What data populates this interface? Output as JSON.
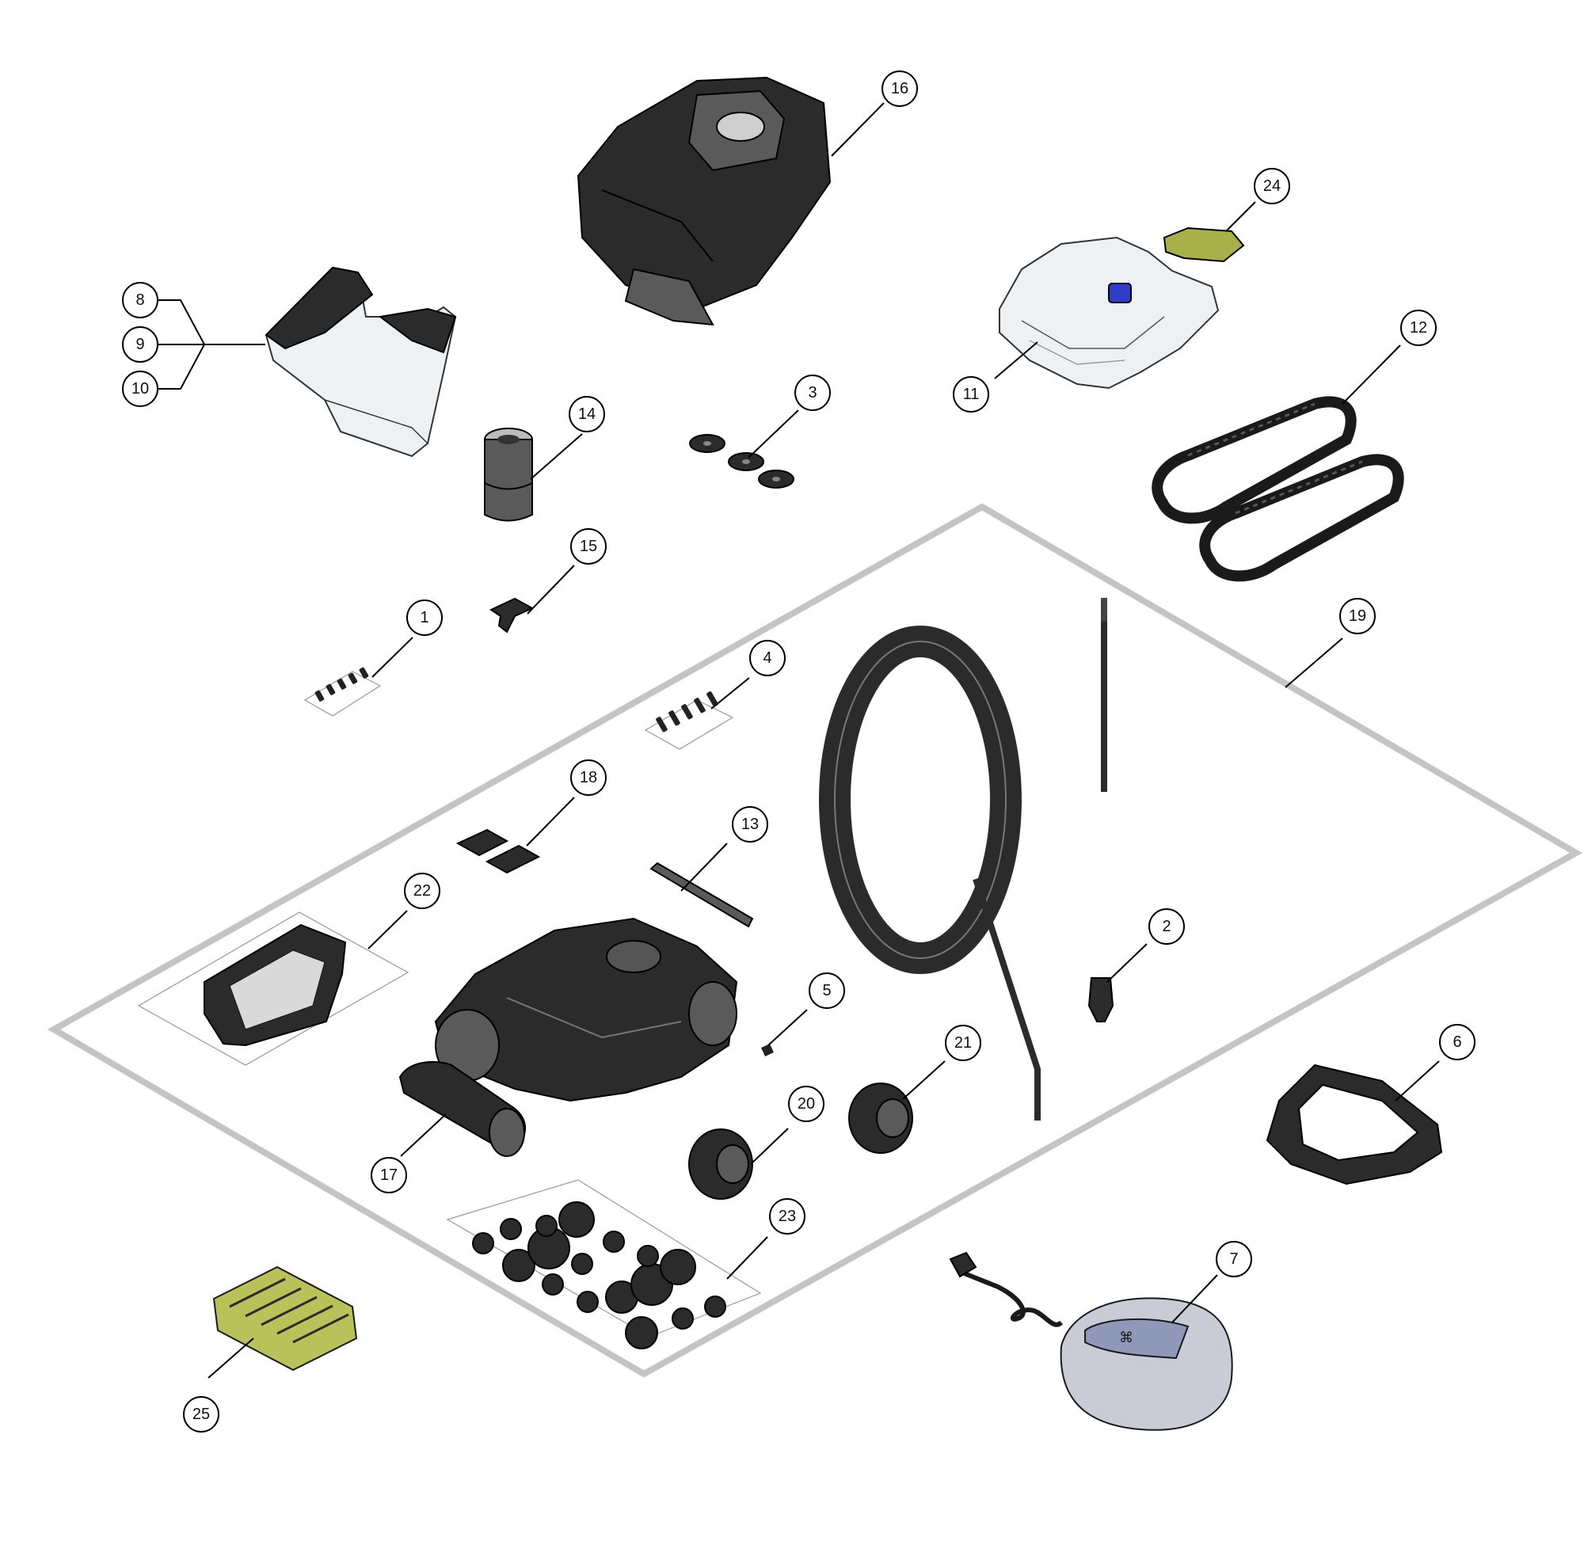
{
  "callouts": [
    {
      "id": "16",
      "label": "16"
    },
    {
      "id": "24",
      "label": "24"
    },
    {
      "id": "8",
      "label": "8"
    },
    {
      "id": "9",
      "label": "9"
    },
    {
      "id": "10",
      "label": "10"
    },
    {
      "id": "11",
      "label": "11"
    },
    {
      "id": "12",
      "label": "12"
    },
    {
      "id": "14",
      "label": "14"
    },
    {
      "id": "3",
      "label": "3"
    },
    {
      "id": "15",
      "label": "15"
    },
    {
      "id": "1",
      "label": "1"
    },
    {
      "id": "4",
      "label": "4"
    },
    {
      "id": "19",
      "label": "19"
    },
    {
      "id": "18",
      "label": "18"
    },
    {
      "id": "13",
      "label": "13"
    },
    {
      "id": "22",
      "label": "22"
    },
    {
      "id": "2",
      "label": "2"
    },
    {
      "id": "5",
      "label": "5"
    },
    {
      "id": "21",
      "label": "21"
    },
    {
      "id": "6",
      "label": "6"
    },
    {
      "id": "20",
      "label": "20"
    },
    {
      "id": "17",
      "label": "17"
    },
    {
      "id": "23",
      "label": "23"
    },
    {
      "id": "7",
      "label": "7"
    },
    {
      "id": "25",
      "label": "25"
    }
  ],
  "colors": {
    "part_dark": "#2b2b2b",
    "part_clear": "#eef1f4",
    "frame_gray": "#c4c4c4",
    "accent_blue": "#2e3cc9",
    "accent_olive": "#a8b04a",
    "brush_green": "#b9c25a"
  },
  "icons": {
    "power_supply_display": "robot-symbol-icon"
  }
}
